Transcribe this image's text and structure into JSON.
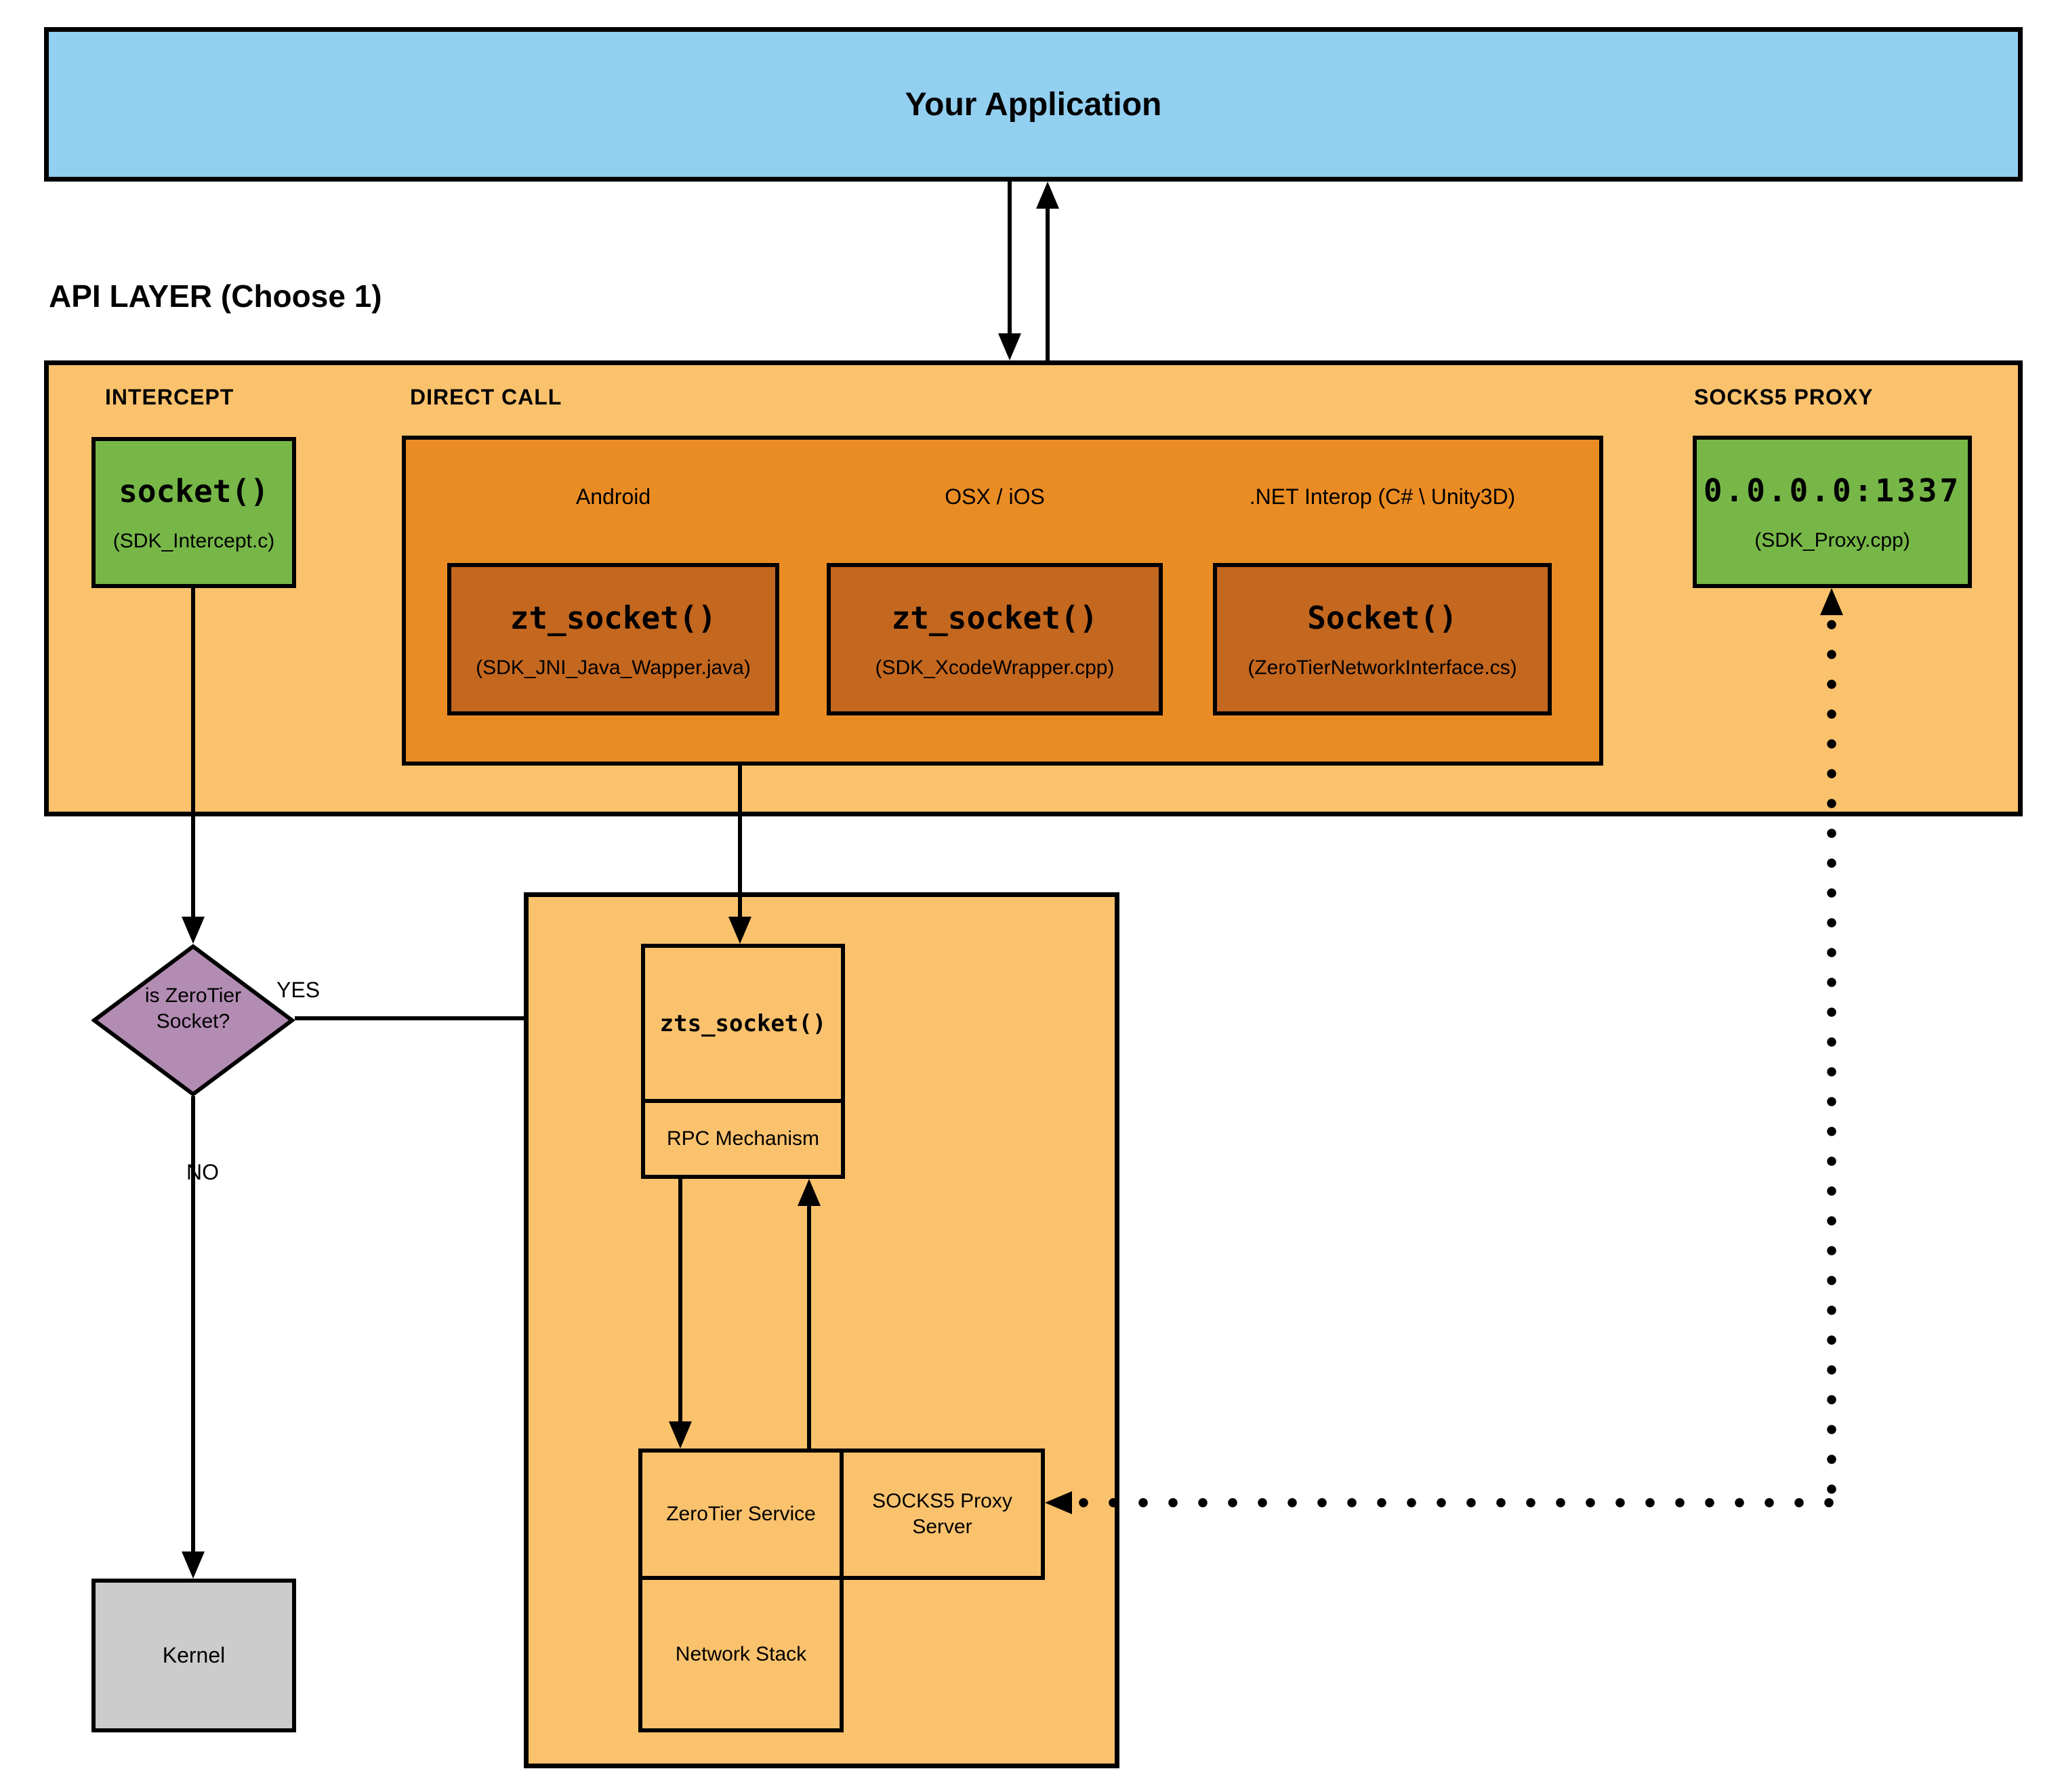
{
  "app": {
    "title": "Your Application"
  },
  "api_layer": {
    "heading": "API LAYER (Choose 1)",
    "intercept": {
      "label": "INTERCEPT",
      "box": {
        "title": "socket()",
        "subtitle": "(SDK_Intercept.c)"
      }
    },
    "direct_call": {
      "label": "DIRECT CALL",
      "platforms": [
        {
          "name": "Android",
          "box": {
            "title": "zt_socket()",
            "subtitle": "(SDK_JNI_Java_Wapper.java)"
          }
        },
        {
          "name": "OSX / iOS",
          "box": {
            "title": "zt_socket()",
            "subtitle": "(SDK_XcodeWrapper.cpp)"
          }
        },
        {
          "name": ".NET Interop (C# \\ Unity3D)",
          "box": {
            "title": "Socket()",
            "subtitle": "(ZeroTierNetworkInterface.cs)"
          }
        }
      ]
    },
    "socks5_proxy": {
      "label": "SOCKS5 PROXY",
      "box": {
        "title": "0.0.0.0:1337",
        "subtitle": "(SDK_Proxy.cpp)"
      }
    }
  },
  "decision": {
    "question": "is ZeroTier Socket?",
    "yes": "YES",
    "no": "NO"
  },
  "service": {
    "zts": "zts_socket()",
    "rpc": "RPC Mechanism",
    "zerotier": "ZeroTier Service",
    "socks5_server": "SOCKS5 Proxy Server",
    "network_stack": "Network Stack"
  },
  "kernel": {
    "label": "Kernel"
  },
  "colors": {
    "app_fill": "#92cff0",
    "api_fill": "#fbc26d",
    "direct_call_fill": "#ea8c24",
    "inner_box_fill": "#c4671f",
    "green_fill": "#77b748",
    "diamond_fill": "#b28cb3",
    "kernel_fill": "#cccccc",
    "line": "#000000"
  }
}
